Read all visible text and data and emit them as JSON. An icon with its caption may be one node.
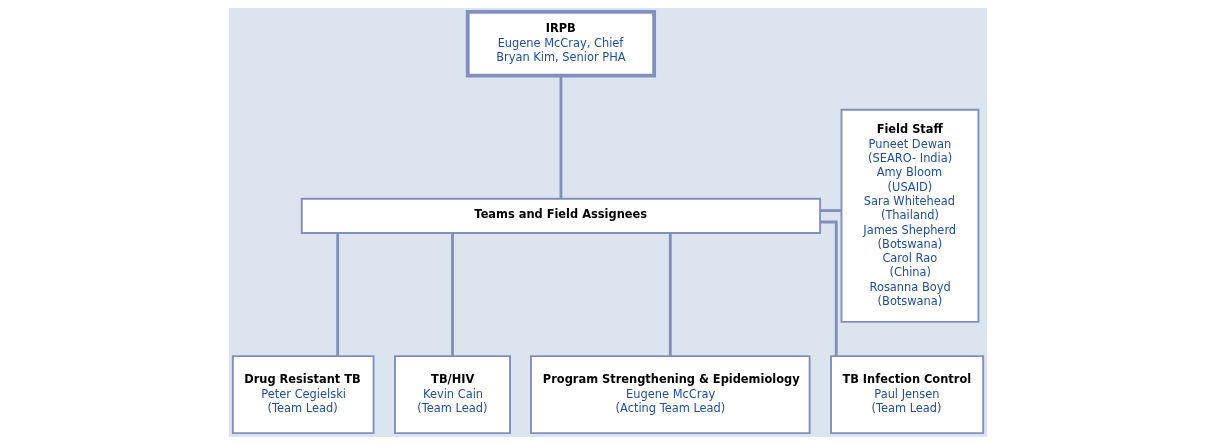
{
  "diagram": {
    "nodes": [
      {
        "text": [
          "IRPB",
          "Eugene McCray, Chief",
          "Bryan Kim, Senior PHA"
        ]
      },
      {
        "text": [
          "Teams and Field Assignees"
        ]
      },
      {
        "text": [
          "Drug Resistant TB",
          "Peter Cegielski",
          "(Team Lead)"
        ]
      },
      {
        "text": [
          "TB/HIV",
          "Kevin Cain",
          "(Team Lead)"
        ]
      },
      {
        "text": [
          "Program Strengthening & Epidemiology",
          "Eugene McCray",
          "(Acting Team Lead)"
        ]
      },
      {
        "text": [
          "TB Infection Control",
          "Paul Jensen",
          "(Team Lead)"
        ]
      },
      {
        "text": [
          "Field Staff",
          "Puneet Dewan",
          "(SEARO- India)",
          "Amy Bloom",
          "(USAID)",
          "Sara Whitehead",
          "(Thailand)",
          "James Shepherd",
          "(Botswana)",
          "Carol Rao",
          "(China)",
          "Rosanna Boyd",
          "(Botswana)"
        ]
      }
    ],
    "edges": [
      {
        "from": 0,
        "to": 1,
        "arrow": "none"
      },
      {
        "from": 1,
        "to": 2,
        "arrow": "none"
      },
      {
        "from": 1,
        "to": 3,
        "arrow": "none"
      },
      {
        "from": 1,
        "to": 4,
        "arrow": "none"
      },
      {
        "from": 1,
        "to": 5,
        "arrow": "none"
      },
      {
        "from": 1,
        "to": 6,
        "arrow": "none"
      }
    ]
  }
}
